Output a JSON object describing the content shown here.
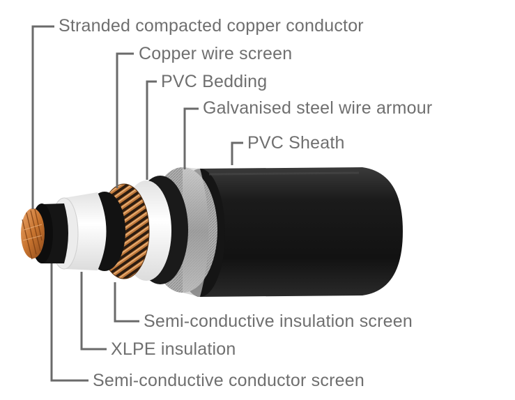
{
  "diagram": {
    "labels": {
      "conductor": "Stranded compacted copper conductor",
      "copper_screen": "Copper wire screen",
      "bedding": "PVC Bedding",
      "armour": "Galvanised steel wire armour",
      "sheath": "PVC Sheath",
      "insulation_screen": "Semi-conductive insulation screen",
      "insulation": "XLPE insulation",
      "conductor_screen": "Semi-conductive conductor screen"
    },
    "colors": {
      "leader": "#6a6a6a",
      "label_text": "#6f6f6f",
      "copper": "#c8742f",
      "sheath": "#1d1d1d",
      "insulation": "#f1f1f1",
      "armour": "#a7a7a7"
    }
  }
}
